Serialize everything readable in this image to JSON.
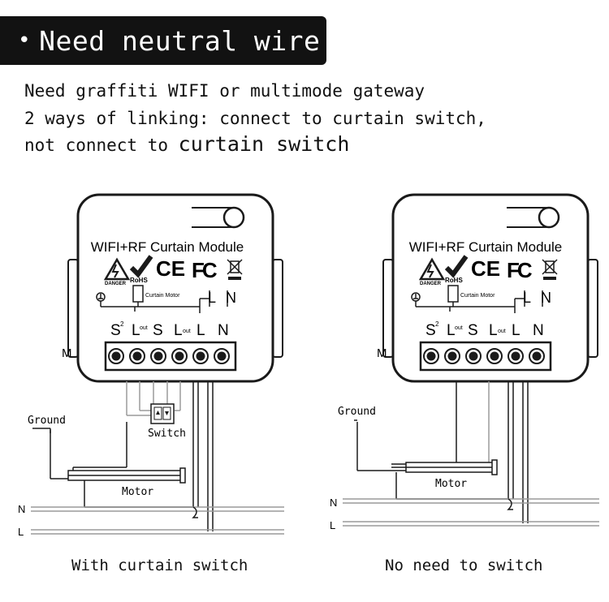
{
  "header": {
    "bullet": "•",
    "title": "Need neutral wire"
  },
  "intro": {
    "line1": "Need graffiti WIFI or multimode gateway",
    "line2": "2 ways of linking: connect to curtain switch,",
    "line3_a": "not connect to ",
    "line3_b": "curtain switch"
  },
  "module": {
    "title": "WIFI+RF Curtain Module",
    "rohs": "RoHS",
    "danger": "DANGER",
    "ce": "CE",
    "fc": "FC",
    "motor_label": "Curtain Motor",
    "top_l": "L",
    "top_n": "N",
    "side_m": "M",
    "terminals": [
      "S",
      "L",
      "S",
      "L",
      "L",
      "N"
    ],
    "term_sup": [
      "2",
      "out",
      "",
      "out",
      "",
      ""
    ]
  },
  "left_diagram": {
    "ground": "Ground",
    "switch": "Switch",
    "motor": "Motor",
    "line_n": "N",
    "line_l": "L",
    "caption": "With curtain switch"
  },
  "right_diagram": {
    "ground": "Ground",
    "motor": "Motor",
    "line_n": "N",
    "line_l": "L",
    "caption": "No need to switch"
  },
  "colors": {
    "banner_bg": "#121212",
    "line": "#1a1a1a",
    "wire_gray": "#9a9a9a"
  }
}
